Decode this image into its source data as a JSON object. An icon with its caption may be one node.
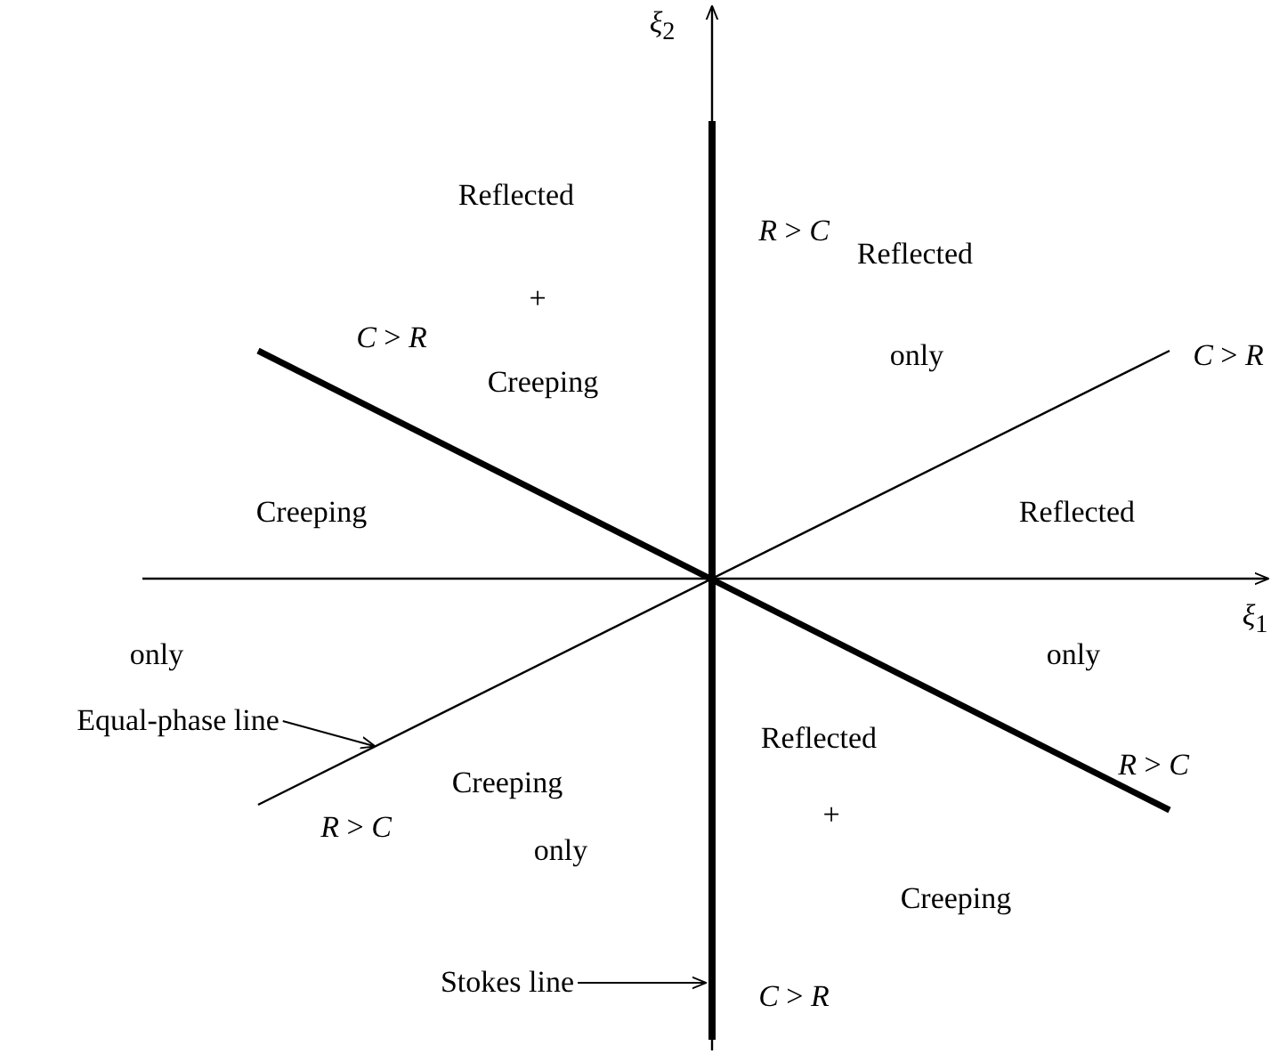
{
  "diagram": {
    "nodes": [
      {
        "text": [
          "Equal-phase line"
        ]
      },
      {
        "text": [
          "Stokes line"
        ]
      }
    ],
    "edges": [
      {
        "from": 0,
        "to": null,
        "arrow": "to"
      },
      {
        "from": 1,
        "to": null,
        "arrow": "to"
      }
    ],
    "labels": [
      "*ξ*$_{2}$",
      "Reflected",
      "*R* > *C*",
      "Reflected",
      "+",
      "*C* > *R*",
      "only",
      "*C* > *R*",
      "Creeping",
      "Creeping",
      "Reflected",
      "*ξ*$_{1}$",
      "only",
      "only",
      "Reflected",
      "Creeping",
      "*R* > *C*",
      "+",
      "*R* > *C*",
      "only",
      "Creeping",
      "*C* > *R*"
    ]
  }
}
